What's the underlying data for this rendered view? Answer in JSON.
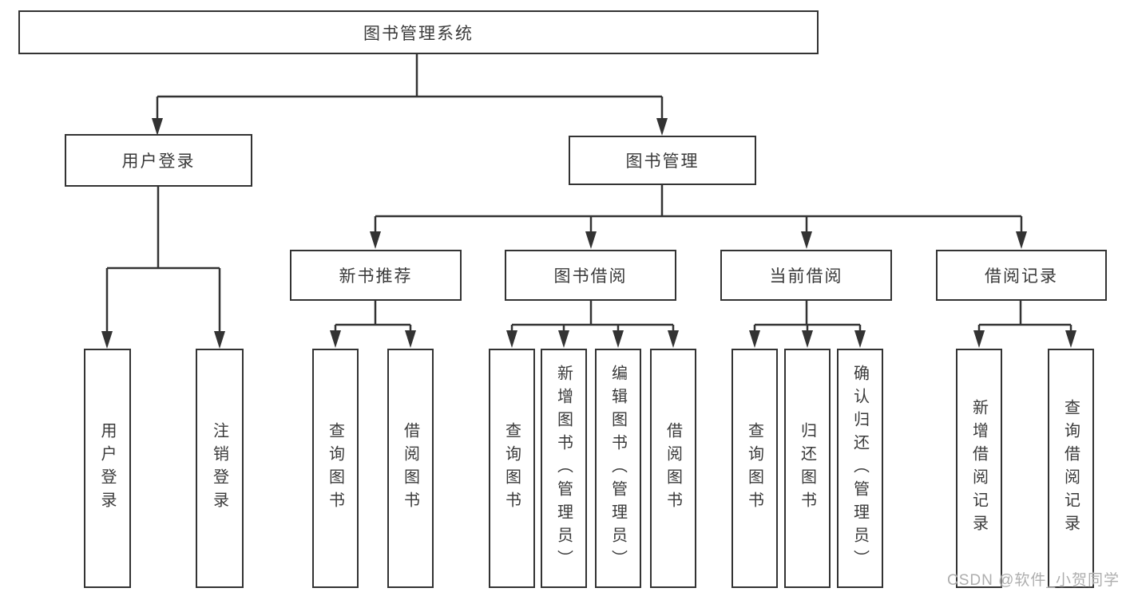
{
  "diagram": {
    "root": {
      "label": "图书管理系统"
    },
    "user_login": {
      "label": "用户登录",
      "children": [
        {
          "label": "用户登录"
        },
        {
          "label": "注销登录"
        }
      ]
    },
    "book_management": {
      "label": "图书管理",
      "sections": [
        {
          "label": "新书推荐",
          "children": [
            {
              "label": "查询图书"
            },
            {
              "label": "借阅图书"
            }
          ]
        },
        {
          "label": "图书借阅",
          "children": [
            {
              "label": "查询图书"
            },
            {
              "label": "新增图书（管理员）"
            },
            {
              "label": "编辑图书（管理员）"
            },
            {
              "label": "借阅图书"
            }
          ]
        },
        {
          "label": "当前借阅",
          "children": [
            {
              "label": "查询图书"
            },
            {
              "label": "归还图书"
            },
            {
              "label": "确认归还（管理员）"
            }
          ]
        },
        {
          "label": "借阅记录",
          "children": [
            {
              "label": "新增借阅记录"
            },
            {
              "label": "查询借阅记录"
            }
          ]
        }
      ]
    }
  },
  "watermark": {
    "text": "CSDN @软件_小贺同学"
  },
  "colors": {
    "line": "#333333",
    "text": "#3a3a3a",
    "box_background": "#ffffff",
    "watermark": "#aeaeae",
    "background": "#ffffff"
  }
}
